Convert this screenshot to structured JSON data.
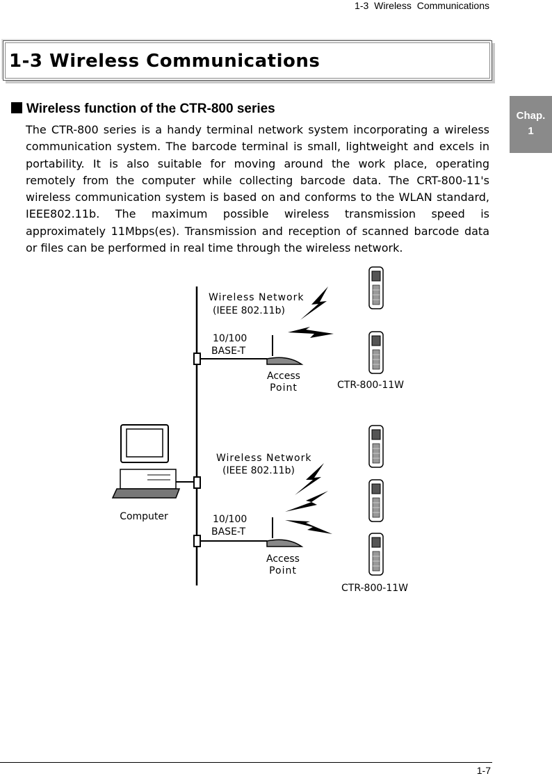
{
  "header": {
    "running_title": "1-3   Wireless Communications"
  },
  "title": "1-3  Wireless Communications",
  "chapter_tab": {
    "line1": "Chap.",
    "line2": "1"
  },
  "section": {
    "heading": "Wireless function of the CTR-800 series",
    "paragraph_lines": [
      "The CTR-800 series is a handy terminal network system incorporating a wireless",
      "communication system. The barcode terminal is small, lightweight and excels in",
      "portability.  It  is  also  suitable  for  moving  around  the  work  place,  operating",
      "remotely from the computer while collecting barcode data. The CRT-800-11's",
      "wireless communication system is based on and conforms to the WLAN standard,",
      "IEEE802.11b.  The  maximum  possible  wireless  transmission  speed  is",
      "approximately 11Mbps(es). Transmission and reception of scanned barcode data",
      "or files can be performed in real time through the wireless network."
    ]
  },
  "diagram": {
    "computer_label": "Computer",
    "groups": [
      {
        "network_line1": "Wireless Network",
        "network_line2": "(IEEE 802.11b)",
        "cable_line1": "10/100",
        "cable_line2": "BASE-T",
        "ap_line1": "Access",
        "ap_line2": "Point",
        "terminal_label": "CTR-800-11W"
      },
      {
        "network_line1": "Wireless Network",
        "network_line2": "(IEEE 802.11b)",
        "cable_line1": "10/100",
        "cable_line2": "BASE-T",
        "ap_line1": "Access",
        "ap_line2": "Point",
        "terminal_label": "CTR-800-11W"
      }
    ]
  },
  "footer": {
    "page_number": "1-7"
  }
}
